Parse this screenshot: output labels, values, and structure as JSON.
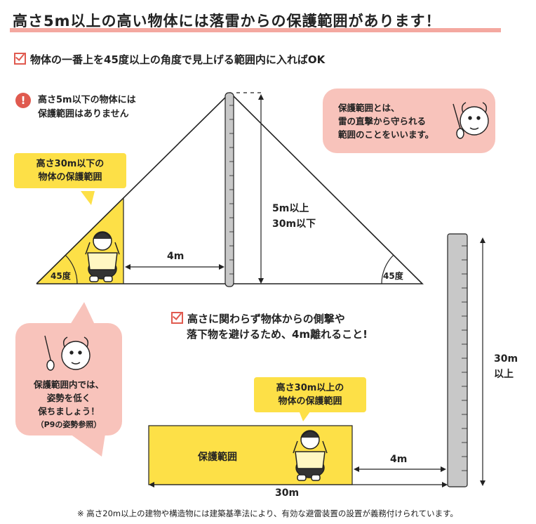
{
  "title": "高さ5m以上の高い物体には落雷からの保護範囲があります！",
  "check1": "物体の一番上を45度以上の角度で見上げる範囲内に入ればOK",
  "warning": {
    "line1": "高さ5m以下の物体には",
    "line2": "保護範囲はありません"
  },
  "bubble_top": {
    "line1": "保護範囲とは、",
    "line2": "雷の直撃から守られる",
    "line3": "範囲のことをいいます。"
  },
  "label_under30": {
    "line1": "高さ30m以下の",
    "line2": "物体の保護範囲"
  },
  "angle_left": "45度",
  "angle_right": "45度",
  "dist_top": "4m",
  "height_top": {
    "line1": "5m以上",
    "line2": "30m以下"
  },
  "check2": {
    "line1": "高さに関わらず物体からの側撃や",
    "line2": "落下物を避けるため、4m離れること!"
  },
  "bubble_left": {
    "line1": "保護範囲内では、",
    "line2": "姿勢を低く",
    "line3": "保ちましょう！",
    "line4": "（P9の姿勢参照）"
  },
  "label_over30": {
    "line1": "高さ30m以上の",
    "line2": "物体の保護範囲"
  },
  "zone_label": "保護範囲",
  "dist_bottom": "4m",
  "width_bottom": "30m",
  "height_bottom": {
    "line1": "30m",
    "line2": "以上"
  },
  "footnote": "※ 高さ20m以上の建物や構造物には建築基準法により、有効な避雷装置の設置が義務付けられています。",
  "colors": {
    "accent": "#e05a4f",
    "yellow": "#fde047",
    "pink": "#f8c3bb"
  }
}
